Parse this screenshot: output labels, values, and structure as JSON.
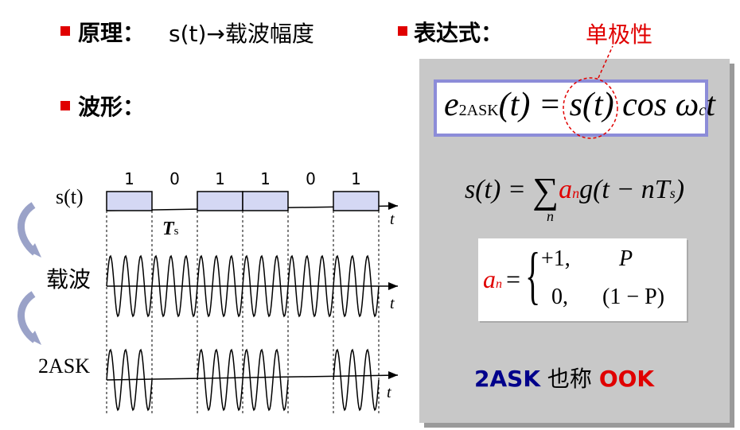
{
  "principle": {
    "label": "原理：",
    "value": "s(t)→载波幅度"
  },
  "expression": {
    "label": "表达式：",
    "unipolar_note": "单极性"
  },
  "waveform": {
    "label": "波形："
  },
  "diagram": {
    "bits": [
      "1",
      "0",
      "1",
      "1",
      "0",
      "1"
    ],
    "signal_label": "s(t)",
    "carrier_label": "载波",
    "ask_label": "2ASK",
    "time_axis": "t",
    "symbol_period": "T",
    "symbol_period_sub": "s"
  },
  "equations": {
    "main_lhs": "e",
    "main_lhs_sub": "2ASK",
    "main_rhs": "(t) = s(t) cos ω",
    "main_rhs_sub": "c",
    "main_tail": "t",
    "sum_lhs": "s(t) = ",
    "sum_sigma": "∑",
    "sum_index": "n",
    "sum_coef": "a",
    "sum_coef_sub": "n",
    "sum_rhs": "g(t − nT",
    "sum_rhs_sub": "s",
    "sum_close": ")",
    "an_lhs": "a",
    "an_lhs_sub": "n",
    "an_eq": "=",
    "an_case1_val": "+1,",
    "an_case1_prob": "P",
    "an_case2_val": "0,",
    "an_case2_prob": "(1 − P)"
  },
  "ook_note": {
    "prefix": "2ASK",
    "middle": " 也称 ",
    "suffix": "OOK"
  },
  "colors": {
    "bullet": "#e00000",
    "accent_red": "#e00000",
    "navy": "#00008b",
    "panel_gray": "#c8c8c8",
    "box_border": "#8c8cd8",
    "pulse_fill": "#d4d8f4"
  }
}
